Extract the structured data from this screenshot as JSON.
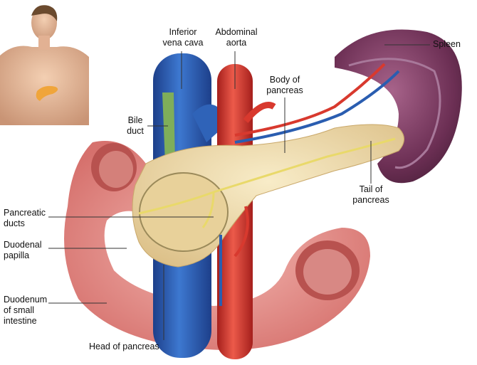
{
  "labels": {
    "inferior_vena_cava": [
      "Inferior",
      "vena cava"
    ],
    "abdominal_aorta": [
      "Abdominal",
      "aorta"
    ],
    "spleen": "Spleen",
    "body_of_pancreas": [
      "Body of",
      "pancreas"
    ],
    "bile_duct": [
      "Bile",
      "duct"
    ],
    "tail_of_pancreas": [
      "Tail of",
      "pancreas"
    ],
    "pancreatic_ducts": [
      "Pancreatic",
      "ducts"
    ],
    "duodenal_papilla": [
      "Duodenal",
      "papilla"
    ],
    "duodenum": [
      "Duodenum",
      "of small",
      "intestine"
    ],
    "head_of_pancreas": "Head of pancreas"
  },
  "colors": {
    "vein": "#2a5db0",
    "artery": "#d8392e",
    "pancreas": "#f1dfb0",
    "spleen": "#7a3a5e",
    "duodenum": "#e79a97",
    "bile": "#7fae5a",
    "duct": "#e9d96a"
  }
}
